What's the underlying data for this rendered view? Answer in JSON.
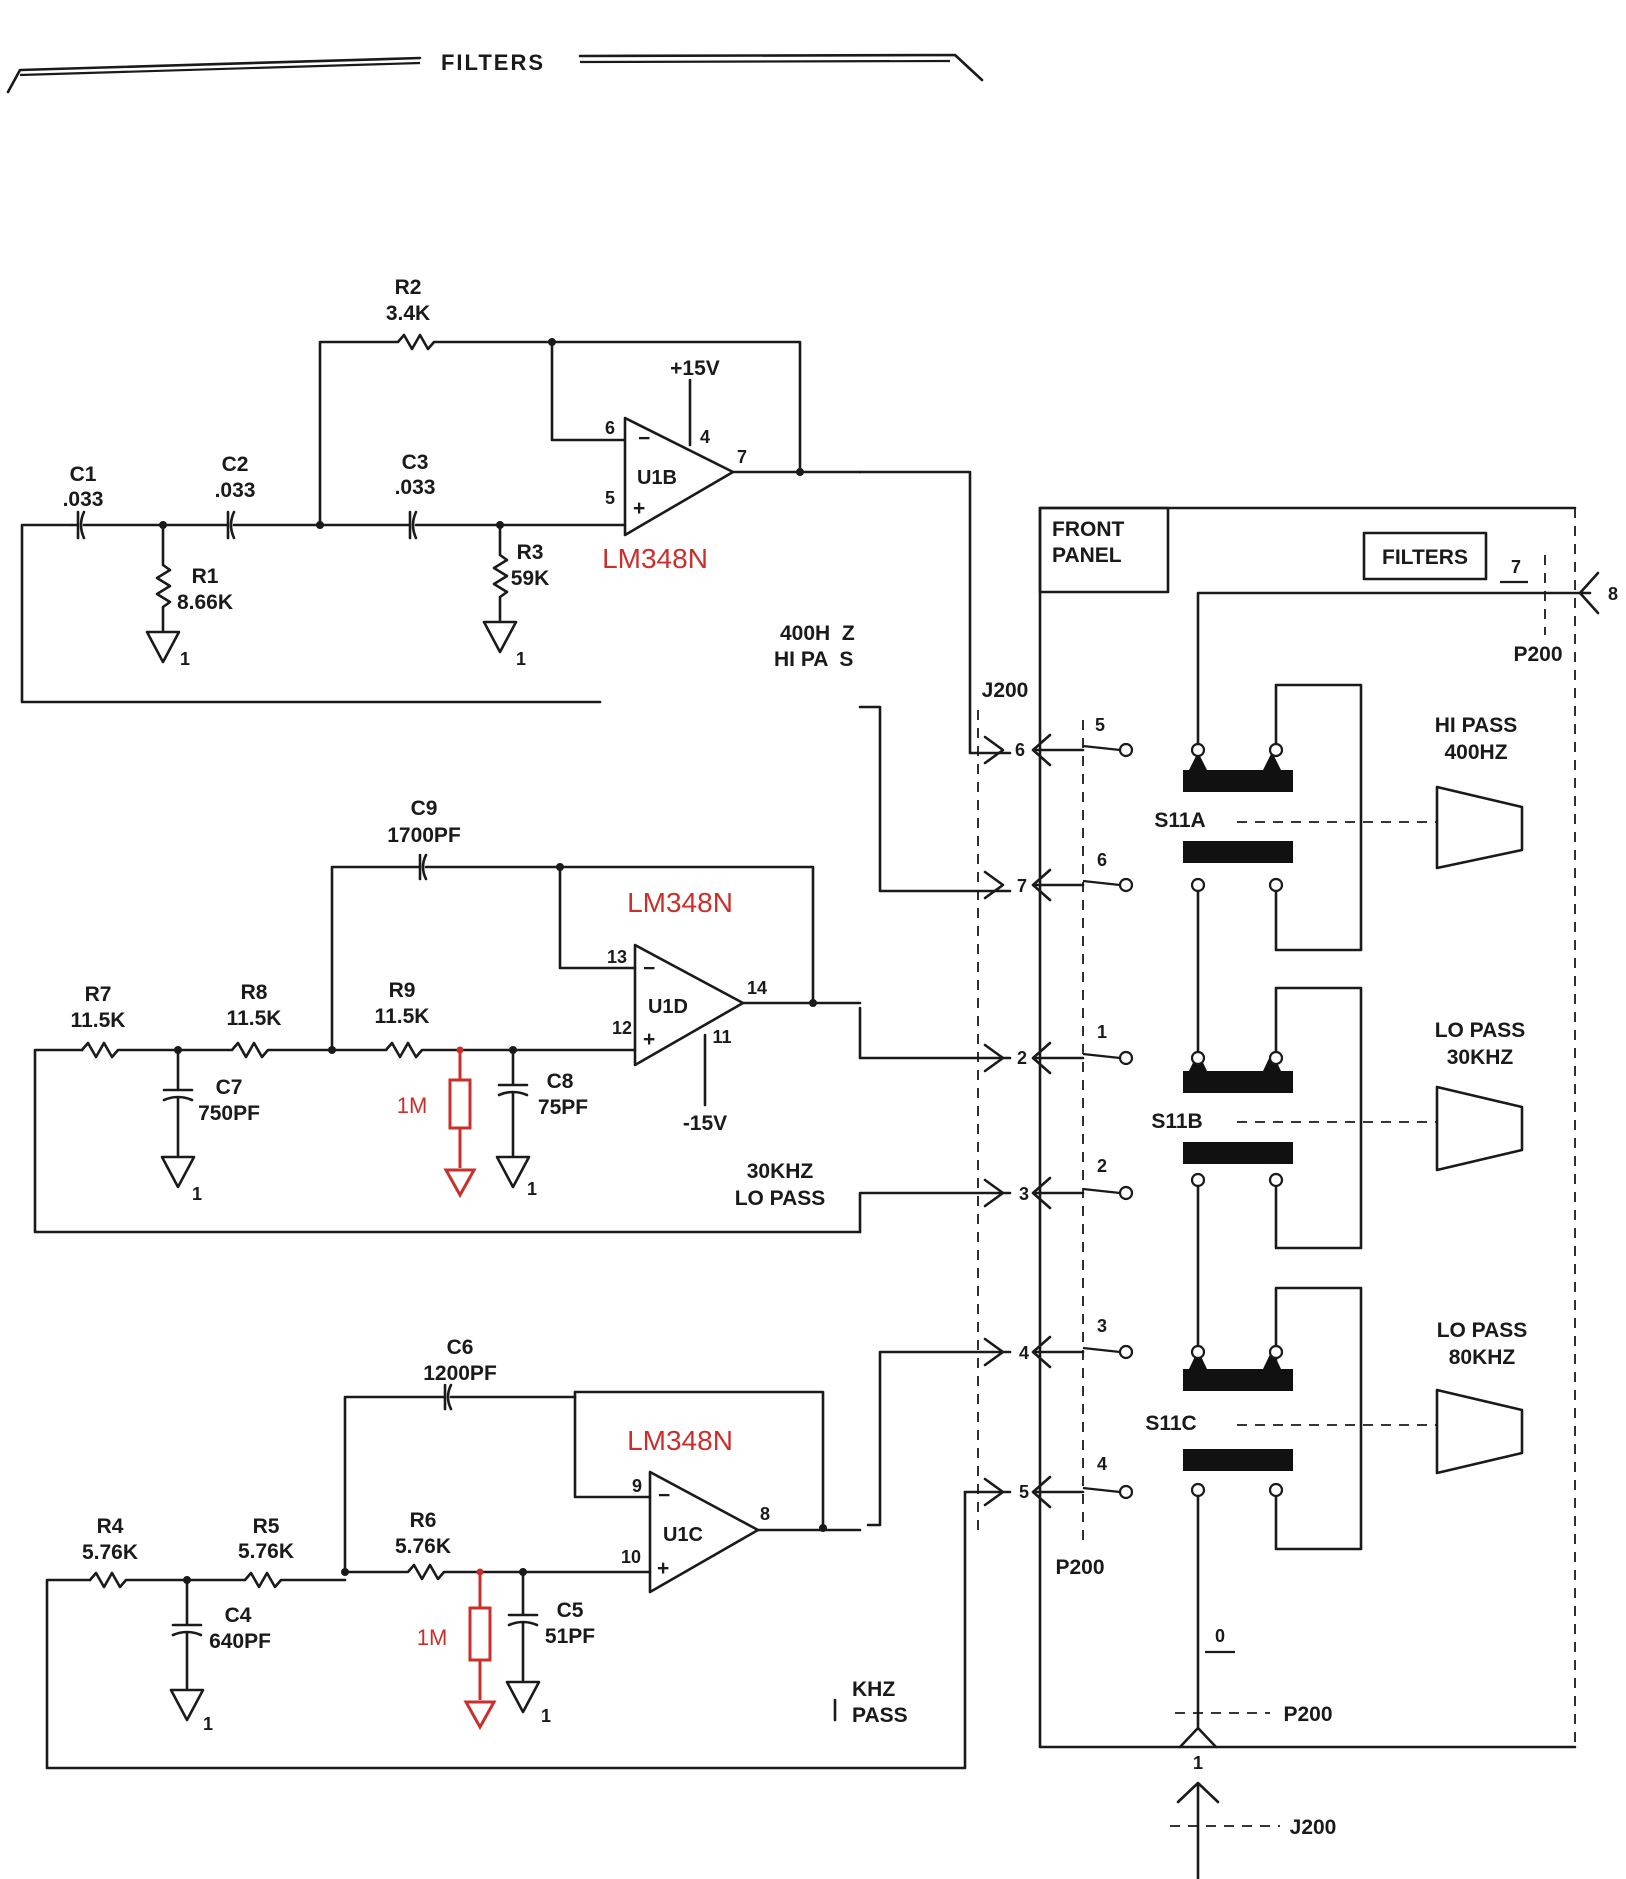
{
  "header": {
    "title": "FILTERS"
  },
  "hp": {
    "c1": {
      "name": "C1",
      "value": ".033"
    },
    "c2": {
      "name": "C2",
      "value": ".033"
    },
    "c3": {
      "name": "C3",
      "value": ".033"
    },
    "r1": {
      "name": "R1",
      "value": "8.66K"
    },
    "r2": {
      "name": "R2",
      "value": "3.4K"
    },
    "r3": {
      "name": "R3",
      "value": "59K"
    },
    "opamp": {
      "name": "U1B",
      "pin_minus": "6",
      "pin_plus": "5",
      "pin_out": "7",
      "pin_vcc": "4"
    },
    "supply": "+15V",
    "ground": "1",
    "part_note": "LM348N",
    "label_line1": "400H  Z",
    "label_line2": "HI PA  S"
  },
  "lp30": {
    "r7": {
      "name": "R7",
      "value": "11.5K"
    },
    "r8": {
      "name": "R8",
      "value": "11.5K"
    },
    "r9": {
      "name": "R9",
      "value": "11.5K"
    },
    "c7": {
      "name": "C7",
      "value": "750PF"
    },
    "c8": {
      "name": "C8",
      "value": "75PF"
    },
    "c9": {
      "name": "C9",
      "value": "1700PF"
    },
    "opamp": {
      "name": "U1D",
      "pin_minus": "13",
      "pin_plus": "12",
      "pin_out": "14",
      "pin_vee": "11"
    },
    "supply": "-15V",
    "ground": "1",
    "part_note": "LM348N",
    "added_resistor": "1M",
    "label_line1": "30KHZ",
    "label_line2": "LO PASS"
  },
  "lp80": {
    "r4": {
      "name": "R4",
      "value": "5.76K"
    },
    "r5": {
      "name": "R5",
      "value": "5.76K"
    },
    "r6": {
      "name": "R6",
      "value": "5.76K"
    },
    "c4": {
      "name": "C4",
      "value": "640PF"
    },
    "c5": {
      "name": "C5",
      "value": "51PF"
    },
    "c6": {
      "name": "C6",
      "value": "1200PF"
    },
    "opamp": {
      "name": "U1C",
      "pin_minus": "9",
      "pin_plus": "10",
      "pin_out": "8"
    },
    "ground": "1",
    "part_note": "LM348N",
    "added_resistor": "1M",
    "label_line1": "KHZ",
    "label_line2": "PASS"
  },
  "connector": {
    "j200": "J200",
    "p200": "P200",
    "pins": [
      "6",
      "7",
      "2",
      "3",
      "4",
      "5"
    ],
    "contacts": [
      "5",
      "6",
      "1",
      "2",
      "3",
      "4"
    ],
    "common_pin": "0",
    "bottom_pin": "1"
  },
  "panel": {
    "title_line1": "FRONT",
    "title_line2": "PANEL",
    "filters_box": "FILTERS",
    "filters_pin": "7",
    "filters_conn": "8",
    "switch_a": "S11A",
    "switch_b": "S11B",
    "switch_c": "S11C",
    "pos1_line1": "HI PASS",
    "pos1_line2": "400HZ",
    "pos2_line1": "LO PASS",
    "pos2_line2": "30KHZ",
    "pos3_line1": "LO PASS",
    "pos3_line2": "80KHZ"
  }
}
